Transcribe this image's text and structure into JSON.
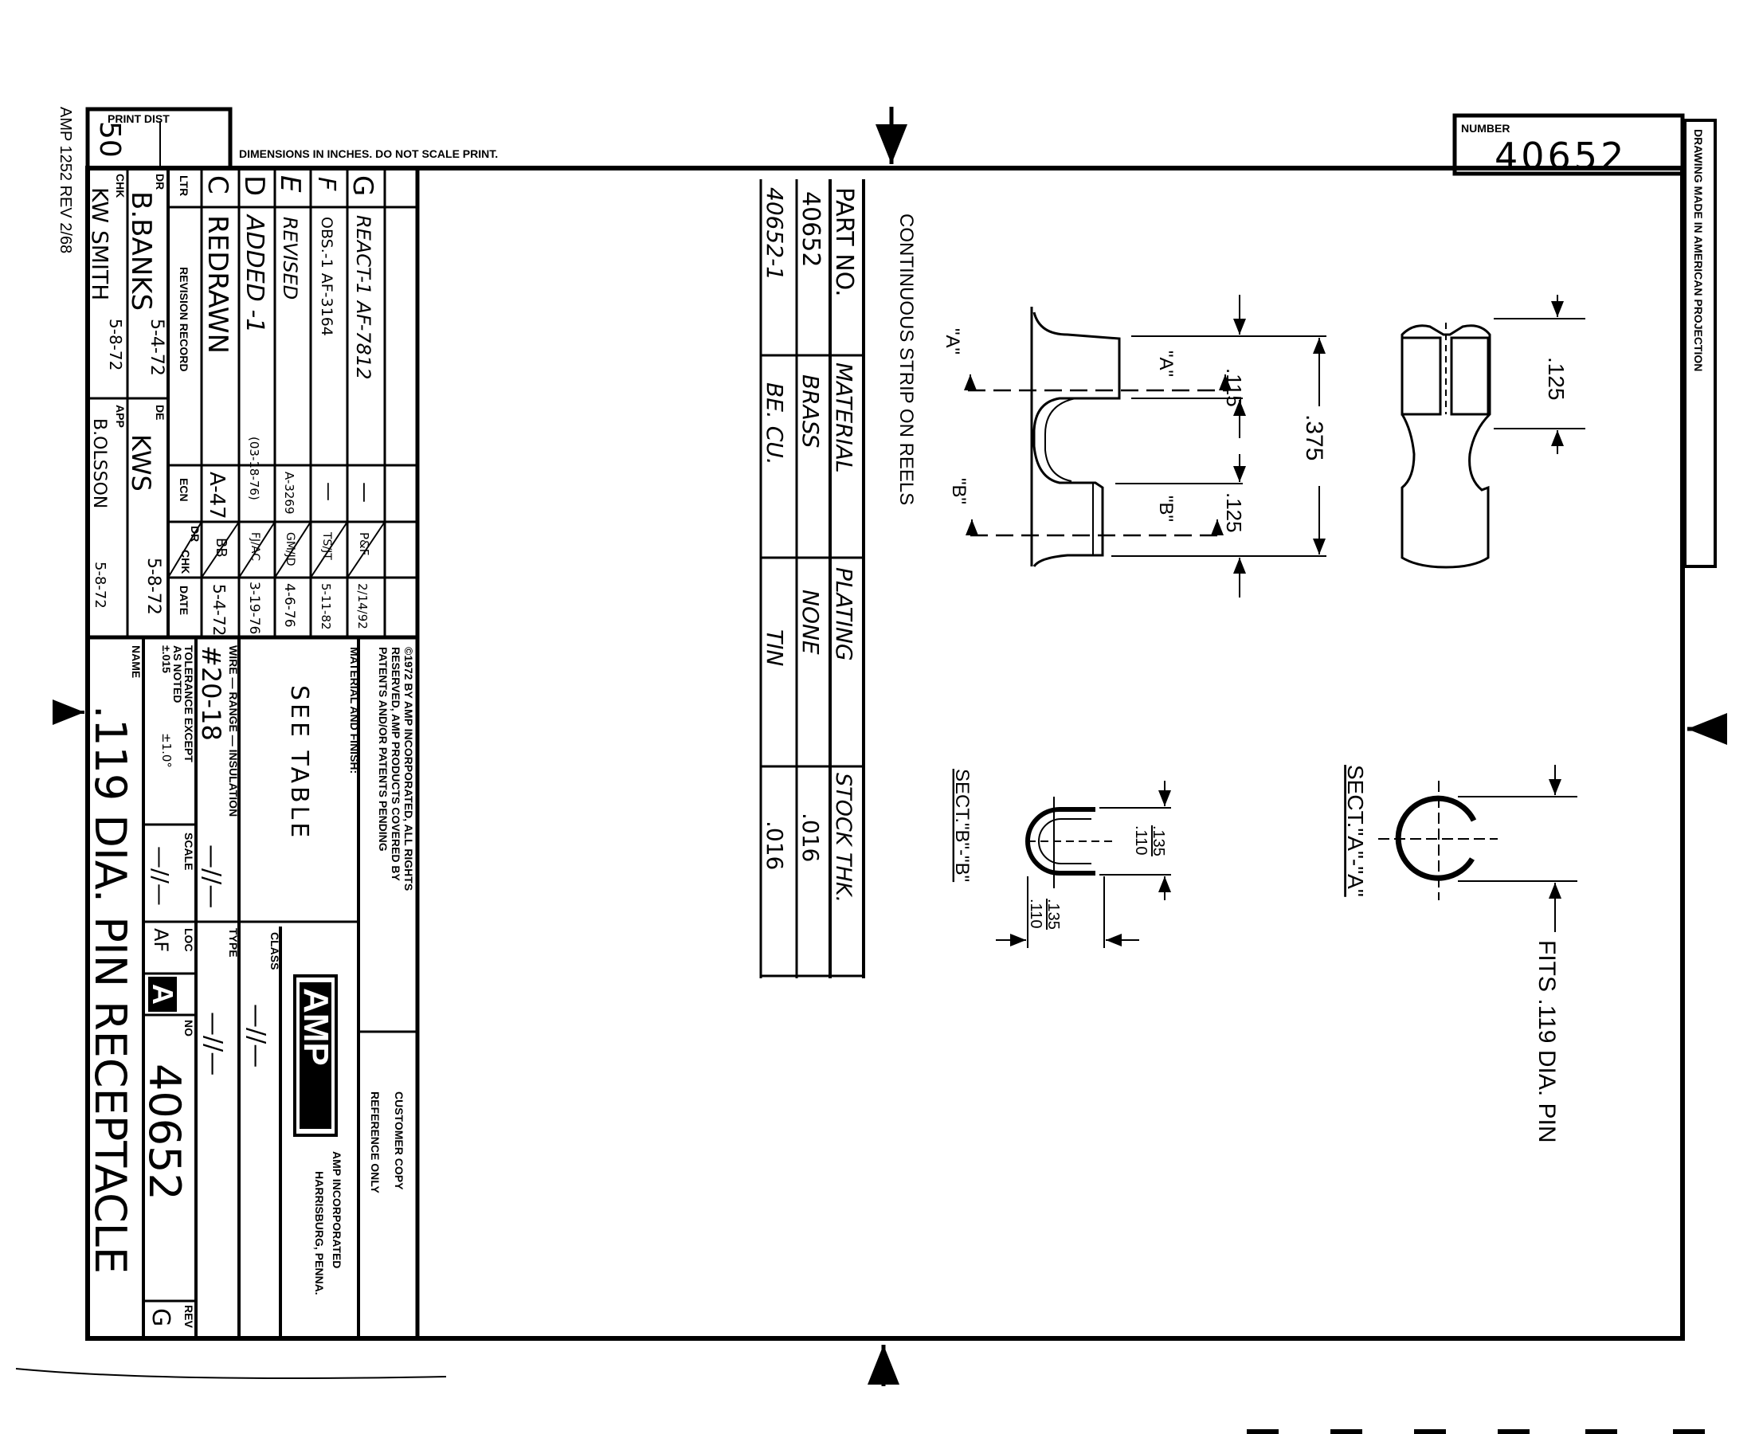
{
  "header": {
    "form_id": "AMP 1252 REV 2/68",
    "print_dist_label": "PRINT DIST",
    "print_dist_value": "50",
    "dimensions_note": "DIMENSIONS IN INCHES. DO NOT SCALE PRINT.",
    "number_label": "NUMBER",
    "number_value": "40652",
    "projection_note": "DRAWING MADE IN AMERICAN PROJECTION"
  },
  "revision_record": {
    "headers": {
      "ltr": "LTR",
      "title": "REVISION RECORD",
      "ecn": "ECN",
      "dr": "DR",
      "chk": "CHK",
      "date": "DATE"
    },
    "rows": [
      {
        "ltr": "C",
        "description": "REDRAWN",
        "ecn": "A-47",
        "dr_chk": "BB",
        "date": "5-4-72"
      },
      {
        "ltr": "D",
        "description": "ADDED -1",
        "ecn": "(03-18-76)",
        "dr_chk": "FJ/AC",
        "date": "3-19-76"
      },
      {
        "ltr": "E",
        "description": "REVISED",
        "ecn": "A-3269",
        "dr_chk": "GM/JD",
        "date": "4-6-76"
      },
      {
        "ltr": "F",
        "description": "OBS.-1 AF-3164",
        "ecn": "—",
        "dr_chk": "TS/JT",
        "date": "5-11-82"
      },
      {
        "ltr": "G",
        "description": "REACT-1 AF-7812",
        "ecn": "—",
        "dr_chk": "P&F",
        "date": "2/14/92"
      }
    ]
  },
  "approvals": {
    "dr": {
      "label": "DR",
      "name": "B.BANKS",
      "date": "5-4-72"
    },
    "chk": {
      "label": "CHK",
      "name": "KW SMITH",
      "date": "5-8-72"
    },
    "de": {
      "label": "DE",
      "name": "KWS",
      "date": "5-8-72"
    },
    "app": {
      "label": "APP",
      "name": "B.OLSSON",
      "date": "5-8-72"
    }
  },
  "title_block": {
    "copyright": [
      "©1972 BY AMP INCORPORATED, ALL RIGHTS",
      "RESERVED, AMP PRODUCTS COVERED BY",
      "PATENTS AND/OR PATENTS PENDING"
    ],
    "customer_copy": [
      "CUSTOMER COPY",
      "REFERENCE ONLY"
    ],
    "material_label": "MATERIAL AND FINISH:",
    "material_value": "SEE TABLE",
    "class_label": "CLASS",
    "class_value": "—//—",
    "logo_text": "AMP",
    "company": "AMP INCORPORATED",
    "company_location": "HARRISBURG, PENNA.",
    "wire_label": "WIRE — RANGE — INSULATION",
    "wire_range": "#20-18",
    "insulation": "—//—",
    "type_label": "TYPE",
    "type_value": "—//—",
    "tolerance_label": [
      "TOLERANCE EXCEPT",
      "AS NOTED"
    ],
    "tolerance_values": [
      "±.015",
      "±1.0°"
    ],
    "scale_label": "SCALE",
    "scale_value": "—//—",
    "loc_label": "LOC",
    "loc_value": "AF",
    "size_letter": "A",
    "no_label": "NO",
    "no_value": "40652",
    "rev_label": "REV",
    "rev_value": "G",
    "name_label": "NAME",
    "name_value": ".119 DIA. PIN RECEPTACLE"
  },
  "part_table": {
    "headers": [
      "PART NO.",
      "MATERIAL",
      "PLATING",
      "STOCK THK."
    ],
    "rows": [
      [
        "40652",
        "BRASS",
        "NONE",
        ".016"
      ],
      [
        "40652-1",
        "BE. CU.",
        "TIN",
        ".016"
      ]
    ]
  },
  "drawing": {
    "note": "CONTINUOUS STRIP ON REELS",
    "dims": {
      "overall": ".375",
      "upper": ".115",
      "lower": ".125",
      "top_view_width": ".125",
      "bb_h_top": ".135",
      "bb_h_bottom": ".110",
      "bb_w_top": ".135",
      "bb_w_bottom": ".110"
    },
    "section_marks": {
      "a": "\"A\"",
      "b": "\"B\""
    },
    "section_a_title": "SECT.\"A\"-\"A\"",
    "section_b_title": "SECT.\"B\"-\"B\"",
    "fits_note": "FITS .119 DIA. PIN"
  }
}
